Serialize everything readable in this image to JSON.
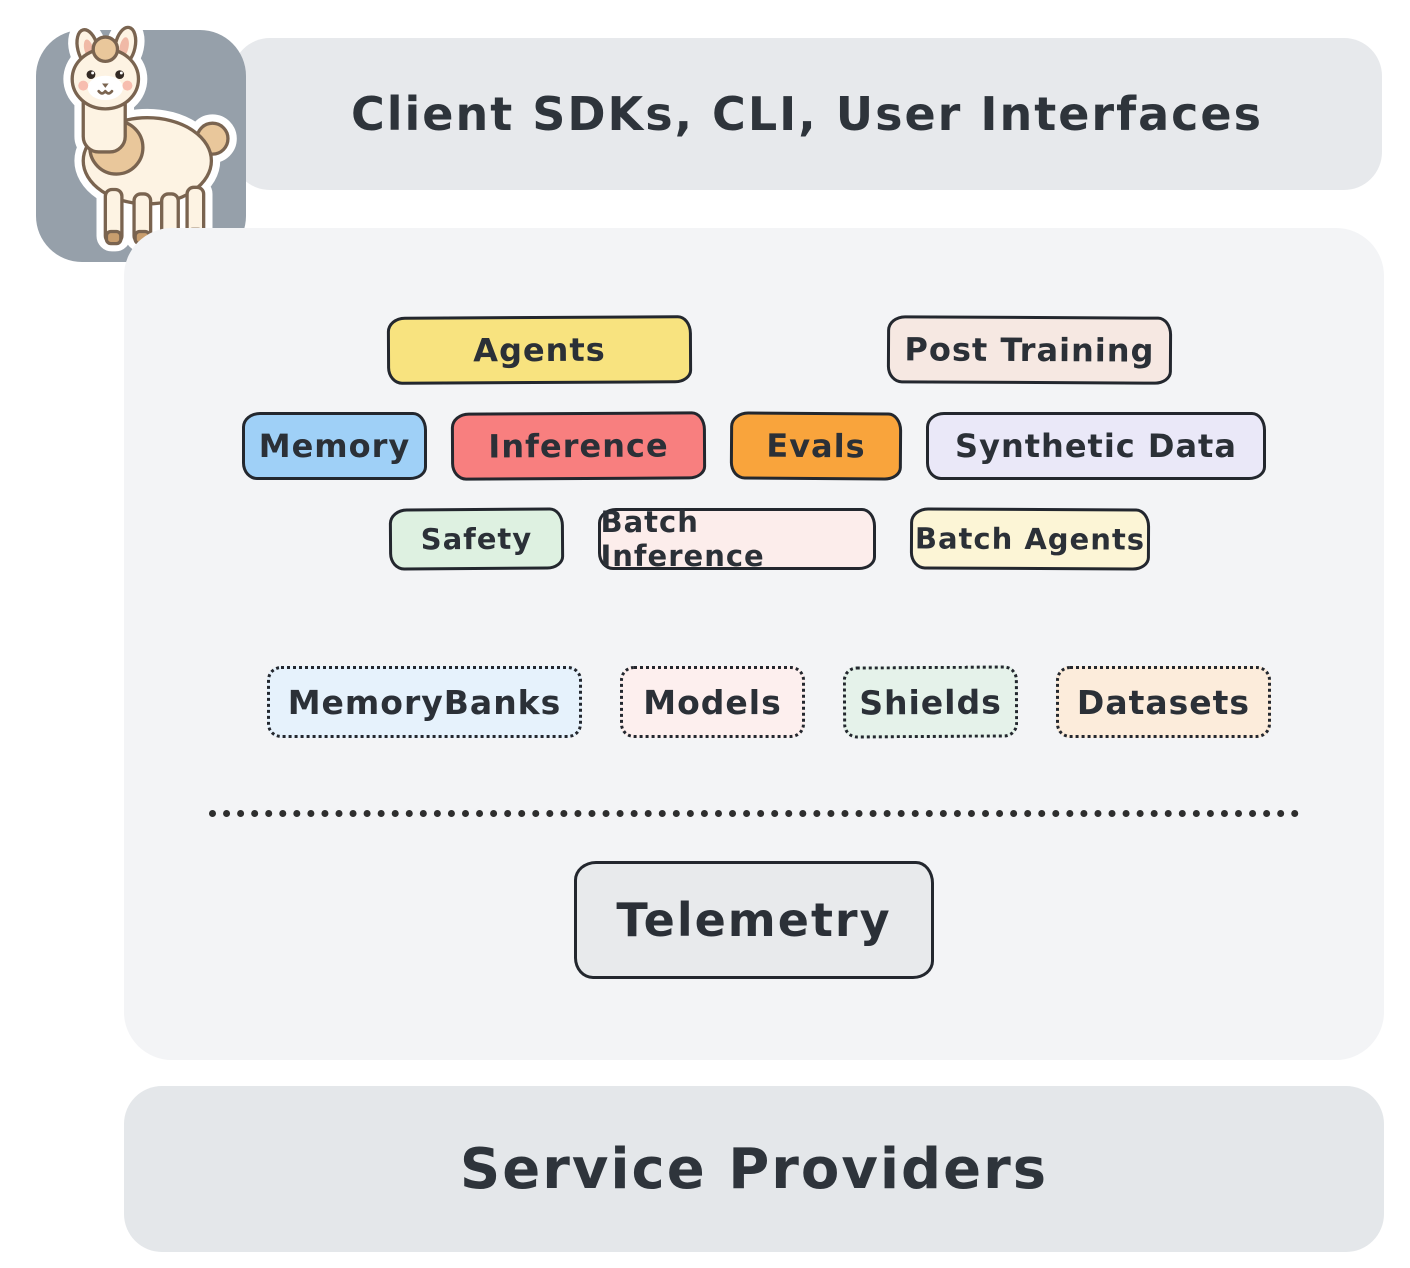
{
  "header": {
    "title": "Client SDKs, CLI, User Interfaces"
  },
  "colors": {
    "page_bg": "#ffffff",
    "header_bg": "#e7e9ec",
    "panel_bg": "#f3f4f6",
    "footer_bg": "#e4e7ea",
    "border": "#23272e",
    "text": "#2b3037",
    "logo_badge_bg": "#96a0aa"
  },
  "stack": {
    "api_boxes": {
      "agents": {
        "label": "Agents",
        "bg": "#f8e37f"
      },
      "post_training": {
        "label": "Post Training",
        "bg": "#f6e8e2"
      },
      "memory": {
        "label": "Memory",
        "bg": "#9fd0f7"
      },
      "inference": {
        "label": "Inference",
        "bg": "#f87f7f"
      },
      "evals": {
        "label": "Evals",
        "bg": "#f9a43c"
      },
      "synthetic_data": {
        "label": "Synthetic Data",
        "bg": "#eae8f8"
      },
      "safety": {
        "label": "Safety",
        "bg": "#def1e1"
      },
      "batch_inference": {
        "label": "Batch Inference",
        "bg": "#fcedeb"
      },
      "batch_agents": {
        "label": "Batch Agents",
        "bg": "#fcf5d6"
      }
    },
    "resource_boxes": {
      "memory_banks": {
        "label": "MemoryBanks",
        "bg": "#e6f2fc"
      },
      "models": {
        "label": "Models",
        "bg": "#fdefee"
      },
      "shields": {
        "label": "Shields",
        "bg": "#e5f2ea"
      },
      "datasets": {
        "label": "Datasets",
        "bg": "#fcecdb"
      }
    },
    "telemetry": {
      "label": "Telemetry",
      "bg": "#e8eaec"
    }
  },
  "footer": {
    "title": "Service Providers"
  }
}
